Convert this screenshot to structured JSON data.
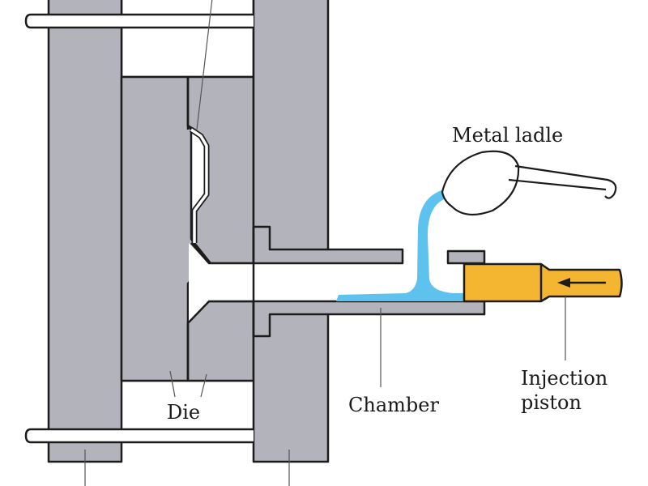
{
  "diagram": {
    "title": "Cold-chamber die casting machine",
    "labels": {
      "metal_ladle": "Metal ladle",
      "die": "Die",
      "chamber": "Chamber",
      "injection_line1": "Injection",
      "injection_line2": "piston"
    },
    "colors": {
      "metal": "#5ec2ee",
      "piston": "#f4b630",
      "steel": "#b3b3bb",
      "outline": "#1c1c1c",
      "background": "#ffffff"
    },
    "components": [
      "ejector-platen",
      "stationary-platen",
      "tie-rod-top",
      "tie-rod-bottom",
      "ejector-die-half",
      "cover-die-half",
      "die-cavity",
      "shot-chamber",
      "molten-metal",
      "metal-ladle",
      "injection-piston",
      "direction-arrow"
    ],
    "arrow_direction": "left"
  }
}
